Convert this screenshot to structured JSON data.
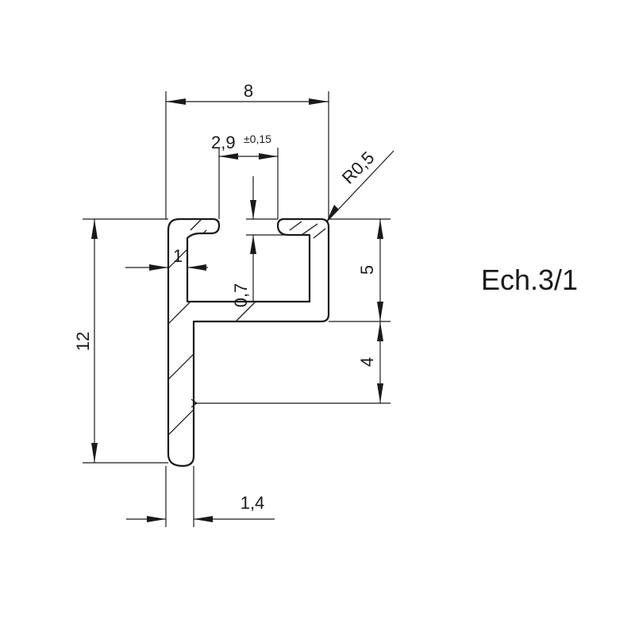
{
  "drawing": {
    "scale_label": "Ech.3/1",
    "dimensions": {
      "total_width": "8",
      "slot_width": "2,9",
      "slot_tolerance": "±0,15",
      "corner_radius": "R0,5",
      "total_height": "12",
      "upper_height": "5",
      "lower_height": "4",
      "web_thickness": "1",
      "lip_thickness": "0,7",
      "base_thickness": "1,4"
    }
  }
}
